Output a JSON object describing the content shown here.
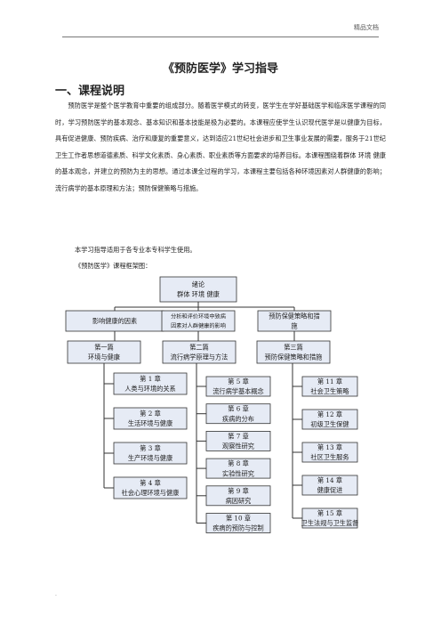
{
  "header": {
    "note": "精品文档"
  },
  "document": {
    "title": "《预防医学》学习指导",
    "section_heading": "一、课程说明",
    "intro_paragraph": "预防医学是整个医学教育中重要的组成部分。随着医学模式的转变，医学生在学好基础医学和临床医学课程的同时，学习预防医学的基本观念、基本知识和基本技能是极为必要的。本课程应使学生认识现代医学是以健康为目标，具有促进健康、预防疾病、治疗和康复的重要意义，达到适应21世纪社会进步和卫生事业发展的需要，服务于21世纪卫生工作者思想道德素质、科学文化素质、身心素质、职业素质等方面要求的培养目标。本课程围绕着群体 环境 健康的基本观念，并建立的预防为主的思想。通过本课全过程的学习，本课程主要包括各种环境因素对人群健康的影响；流行病学的基本原理和方法；预防保健策略与措施。",
    "applicability": "本学习指导适用于各专业本专科学生使用。",
    "framework_caption": "《预防医学》课程框架图："
  },
  "framework": {
    "intro": [
      "绪论",
      "群体 环境 健康"
    ],
    "themes": [
      [
        "影响健康的因素"
      ],
      [
        "分析和评价环境中致病",
        "因素对人群健康的影响"
      ],
      [
        "预防保健策略和措",
        "施"
      ]
    ],
    "parts": [
      [
        "第一篇",
        "环境与健康"
      ],
      [
        "第二篇",
        "流行病学原理与方法"
      ],
      [
        "第三篇",
        "预防保健策略和措施"
      ]
    ],
    "chapters_col1": [
      [
        "第 1 章",
        "人类与环境的关系"
      ],
      [
        "第 2 章",
        "生活环境与健康"
      ],
      [
        "第 3 章",
        "生产环境与健康"
      ],
      [
        "第 4 章",
        "社会心理环境与健康"
      ]
    ],
    "chapters_col2": [
      [
        "第 5 章",
        "流行病学基本概念"
      ],
      [
        "第 6 章",
        "疾病的分布"
      ],
      [
        "第 7 章",
        "观察性研究"
      ],
      [
        "第 8 章",
        "实验性研究"
      ],
      [
        "第 9 章",
        "病因研究"
      ],
      [
        "第 10 章",
        "疾病的预防与控制"
      ]
    ],
    "chapters_col3": [
      [
        "第 11 章",
        "社会卫生策略"
      ],
      [
        "第 12 章",
        "初级卫生保健"
      ],
      [
        "第 13 章",
        "社区卫生服务"
      ],
      [
        "第 14 章",
        "健康促进"
      ],
      [
        "第 15 章",
        "卫生法规与卫生监督"
      ]
    ],
    "colors": {
      "box_fill": "#e6ebf5",
      "box_border": "#333333",
      "line": "#333333"
    }
  },
  "footer": {
    "mark": "."
  }
}
